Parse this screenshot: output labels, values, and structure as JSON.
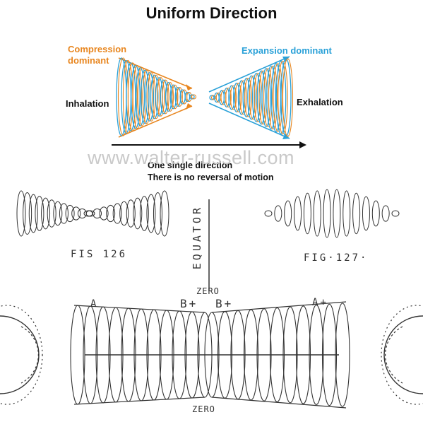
{
  "header": {
    "title": "Uniform Direction"
  },
  "labels": {
    "compression_line1": "Compression",
    "compression_line2": "dominant",
    "expansion": "Expansion dominant",
    "inhalation": "Inhalation",
    "exhalation": "Exhalation",
    "direction_line1": "One single direction",
    "direction_line2": "There is no reversal of motion",
    "watermark": "www.walter-russell.com"
  },
  "sketch": {
    "fig126": "FIS 126",
    "fig127": "FIG·127·",
    "equator": "EQUATOR",
    "zero_top": "ZERO",
    "zero_bottom": "ZERO",
    "b_plus_left": "B+",
    "b_plus_right": "B+",
    "a_left": "A",
    "a_plus_right": "A+"
  },
  "colors": {
    "compression": "#e8861f",
    "expansion": "#2aa1d8",
    "ink": "#111111",
    "watermark": "#c9c9c9",
    "sketch": "#333333"
  },
  "icons": [
    "arrow-right-icon"
  ]
}
